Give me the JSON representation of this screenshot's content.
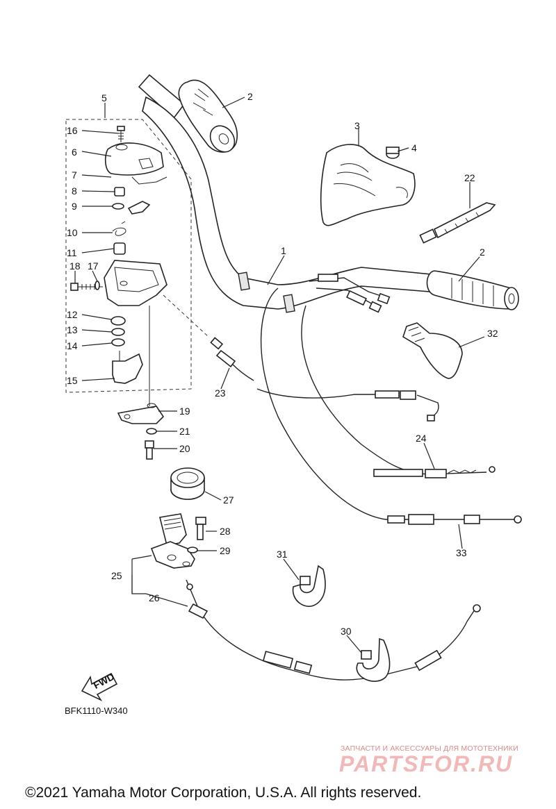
{
  "callouts": {
    "c1": "1",
    "c2a": "2",
    "c2b": "2",
    "c3": "3",
    "c4": "4",
    "c5": "5",
    "c6": "6",
    "c7": "7",
    "c8": "8",
    "c9": "9",
    "c10": "10",
    "c11": "11",
    "c12": "12",
    "c13": "13",
    "c14": "14",
    "c15": "15",
    "c16": "16",
    "c17": "17",
    "c18": "18",
    "c19": "19",
    "c20": "20",
    "c21": "21",
    "c22": "22",
    "c23": "23",
    "c24": "24",
    "c25": "25",
    "c26": "26",
    "c27": "27",
    "c28": "28",
    "c29": "29",
    "c30": "30",
    "c31": "31",
    "c32": "32",
    "c33": "33"
  },
  "fwd_label": "FWD",
  "drawing_code": "BFK1110-W340",
  "watermark": {
    "tagline": "ЗАПЧАСТИ И АКСЕССУАРЫ ДЛЯ МОТОТЕХНИКИ",
    "logo": "PARTSFOR.RU"
  },
  "copyright": "©2021 Yamaha Motor Corporation, U.S.A. All rights reserved."
}
